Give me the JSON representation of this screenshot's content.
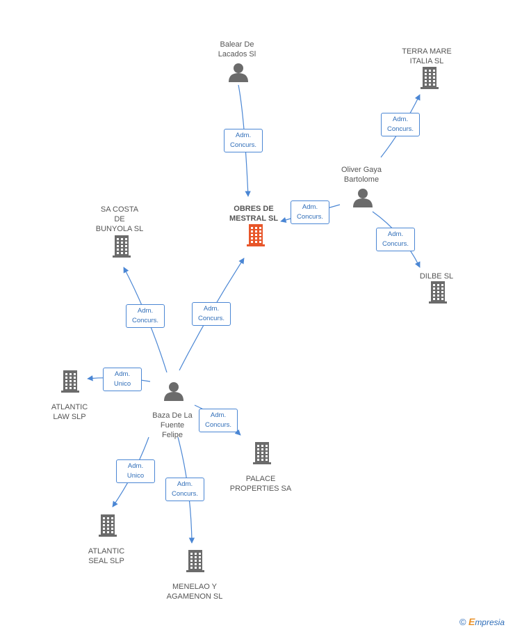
{
  "nodes": [
    {
      "id": "focus",
      "type": "company",
      "focus": true,
      "label_lines": [
        "OBRES DE",
        "MESTRAL SL"
      ]
    },
    {
      "id": "balear",
      "type": "person",
      "label_lines": [
        "Balear De",
        "Lacados Sl"
      ]
    },
    {
      "id": "oliver",
      "type": "person",
      "label_lines": [
        "Oliver Gaya",
        "Bartolome"
      ]
    },
    {
      "id": "terra",
      "type": "company",
      "label_lines": [
        "TERRA MARE",
        "ITALIA SL"
      ]
    },
    {
      "id": "dilbe",
      "type": "company",
      "label_lines": [
        "DILBE SL"
      ]
    },
    {
      "id": "sacosta",
      "type": "company",
      "label_lines": [
        "SA COSTA",
        "DE",
        "BUNYOLA SL"
      ]
    },
    {
      "id": "baza",
      "type": "person",
      "label_lines": [
        "Baza De La",
        "Fuente",
        "Felipe"
      ]
    },
    {
      "id": "atlaw",
      "type": "company",
      "label_lines": [
        "ATLANTIC",
        "LAW SLP"
      ]
    },
    {
      "id": "palace",
      "type": "company",
      "label_lines": [
        "PALACE",
        "PROPERTIES SA"
      ]
    },
    {
      "id": "atseal",
      "type": "company",
      "label_lines": [
        "ATLANTIC",
        "SEAL SLP"
      ]
    },
    {
      "id": "menelao",
      "type": "company",
      "label_lines": [
        "MENELAO Y",
        "AGAMENON SL"
      ]
    }
  ],
  "edges": [
    {
      "from": "balear",
      "to": "focus",
      "label_lines": [
        "Adm.",
        "Concurs."
      ]
    },
    {
      "from": "oliver",
      "to": "focus",
      "label_lines": [
        "Adm.",
        "Concurs."
      ]
    },
    {
      "from": "oliver",
      "to": "terra",
      "label_lines": [
        "Adm.",
        "Concurs."
      ]
    },
    {
      "from": "oliver",
      "to": "dilbe",
      "label_lines": [
        "Adm.",
        "Concurs."
      ]
    },
    {
      "from": "baza",
      "to": "focus",
      "label_lines": [
        "Adm.",
        "Concurs."
      ]
    },
    {
      "from": "baza",
      "to": "sacosta",
      "label_lines": [
        "Adm.",
        "Concurs."
      ]
    },
    {
      "from": "baza",
      "to": "atlaw",
      "label_lines": [
        "Adm.",
        "Unico"
      ]
    },
    {
      "from": "baza",
      "to": "palace",
      "label_lines": [
        "Adm.",
        "Concurs."
      ]
    },
    {
      "from": "baza",
      "to": "atseal",
      "label_lines": [
        "Adm.",
        "Unico"
      ]
    },
    {
      "from": "baza",
      "to": "menelao",
      "label_lines": [
        "Adm.",
        "Concurs."
      ]
    }
  ],
  "colors": {
    "company": "#6b6b6b",
    "focus_company": "#e8562a",
    "person": "#6b6b6b",
    "edge": "#4a86d4",
    "edge_text": "#2f6db8"
  },
  "brand": {
    "copyright": "©",
    "name": "mpresia",
    "initial": "E"
  }
}
